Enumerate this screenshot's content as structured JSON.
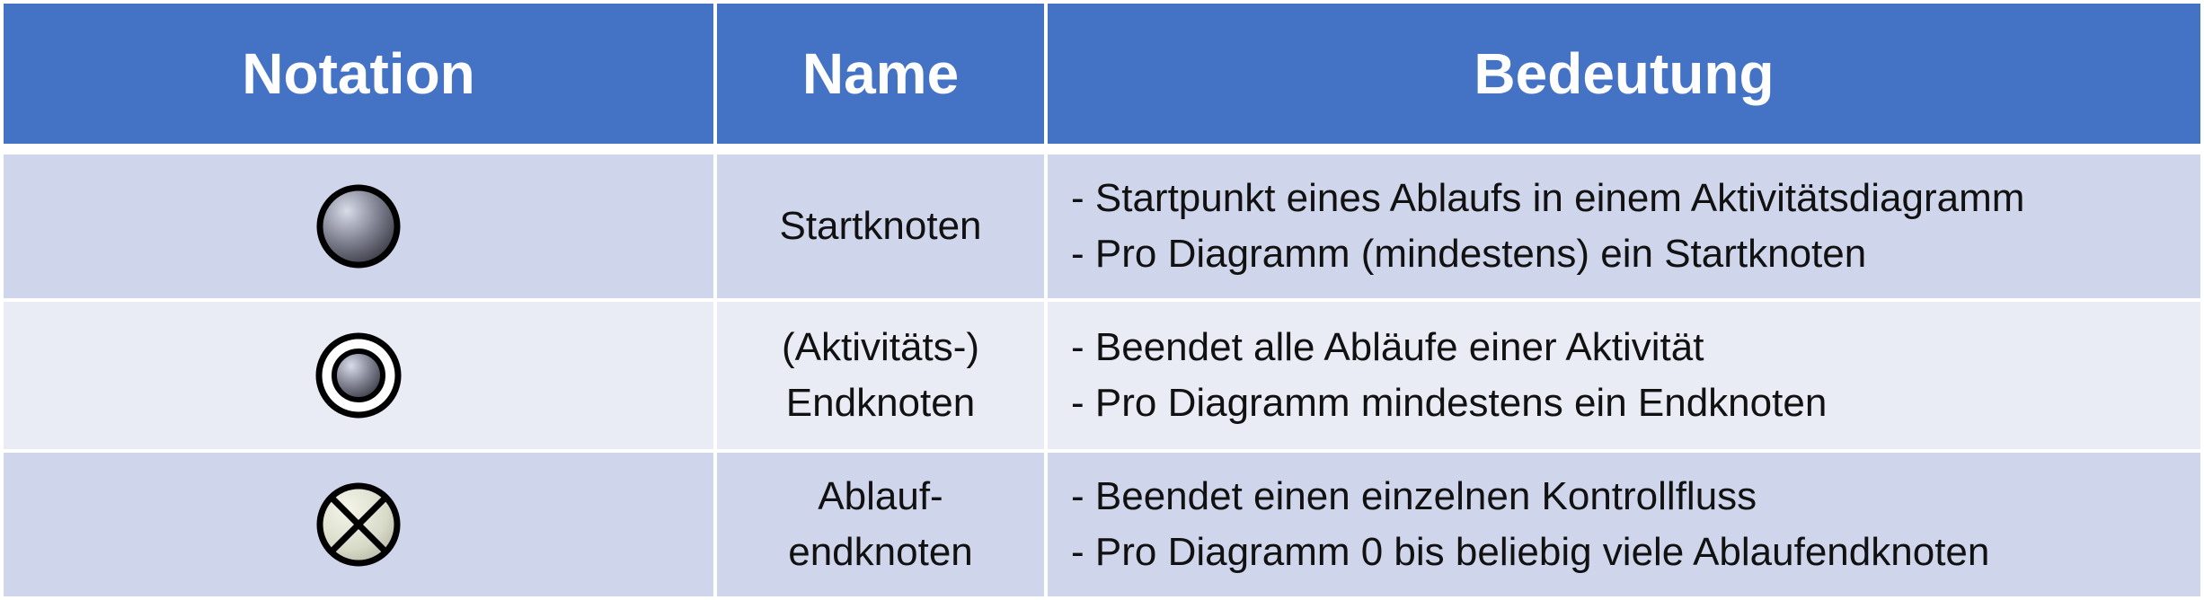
{
  "header": {
    "notation": "Notation",
    "name": "Name",
    "meaning": "Bedeutung"
  },
  "rows": [
    {
      "icon": "start-node-icon",
      "name_lines": [
        "Startknoten"
      ],
      "meaning_lines": [
        "- Startpunkt eines Ablaufs in einem Aktivitätsdiagramm",
        "- Pro Diagramm (mindestens) ein Startknoten"
      ]
    },
    {
      "icon": "activity-end-node-icon",
      "name_lines": [
        "(Aktivitäts-)",
        "Endknoten"
      ],
      "meaning_lines": [
        "- Beendet alle Abläufe einer Aktivität",
        "- Pro Diagramm mindestens ein Endknoten"
      ]
    },
    {
      "icon": "flow-final-node-icon",
      "name_lines": [
        "Ablauf-",
        "endknoten"
      ],
      "meaning_lines": [
        "- Beendet einen einzelnen Kontrollfluss",
        "- Pro Diagramm 0 bis beliebig viele Ablaufendknoten"
      ]
    }
  ],
  "colors": {
    "header_bg": "#4472c4",
    "row_dark": "#cfd5ea",
    "row_light": "#e9ebf5"
  }
}
